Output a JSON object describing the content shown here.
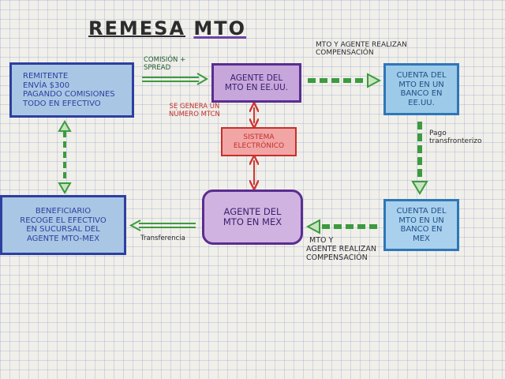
{
  "title": {
    "part1": "Remesa",
    "part2": "MTO"
  },
  "boxes": {
    "remitente": {
      "lines": [
        "Remitente",
        "envía $300",
        "Pagando comisiones",
        "todo en efectivo"
      ]
    },
    "agente_us": {
      "lines": [
        "Agente del",
        "MTO en EE.UU."
      ]
    },
    "cuenta_us": {
      "lines": [
        "Cuenta del",
        "MTO en un",
        "banco en",
        "EE.UU."
      ]
    },
    "sistema": {
      "lines": [
        "Sistema",
        "electrónico"
      ]
    },
    "agente_mex": {
      "lines": [
        "Agente del",
        "MTO en MEX"
      ]
    },
    "cuenta_mex": {
      "lines": [
        "Cuenta del",
        "MTO en un",
        "banco en",
        "MEX"
      ]
    },
    "beneficiario": {
      "lines": [
        "Beneficiario",
        "recoge el efectivo",
        "en sucursal del",
        "agente MTO-Mex"
      ]
    }
  },
  "notes": {
    "comision": [
      "Comisión +",
      "spread"
    ],
    "compensacion_top": [
      "MTO y agente realizan",
      "compensación"
    ],
    "mtcn": [
      "Se genera un",
      "número MTCN"
    ],
    "pago": [
      "Pago",
      "transfronterizo"
    ],
    "compensacion_bot": [
      "MTO y",
      "agente realizan",
      "compensación"
    ],
    "transferencia": "Transferencia"
  },
  "colors": {
    "green": "#3c9a3f",
    "red": "#d1362f",
    "blue_border": "#2d3fa0",
    "purple_border": "#5a2d90"
  }
}
